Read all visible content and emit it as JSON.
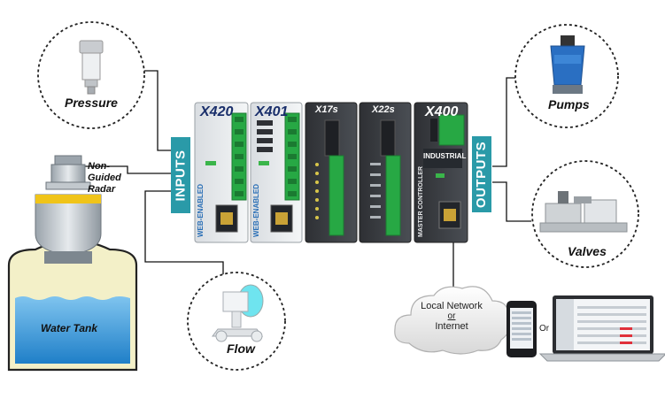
{
  "labels": {
    "pressure": "Pressure",
    "radar": [
      "Non-",
      "Guided",
      "Radar"
    ],
    "water_tank": "Water Tank",
    "flow": "Flow",
    "pumps": "Pumps",
    "valves": "Valves",
    "inputs": "INPUTS",
    "outputs": "OUTPUTS",
    "network": [
      "Local Network",
      "or",
      "Internet"
    ],
    "or": "Or"
  },
  "devices": [
    {
      "model": "X420",
      "side": "WEB-ENABLED"
    },
    {
      "model": "X401",
      "side": "WEB-ENABLED"
    },
    {
      "model": "X17s",
      "side": ""
    },
    {
      "model": "X22s",
      "side": ""
    },
    {
      "model": "X400",
      "side": "MASTER CONTROLLER",
      "tag": "INDUSTRIAL"
    }
  ],
  "colors": {
    "tab": "#2a9aa8",
    "terminal_green": "#27a844",
    "device_dark": "#3c3f44",
    "device_light": "#e8ebee",
    "tank_fill": "#f3f0c8",
    "water": "#2d8fd0",
    "pump_blue": "#2a6fc2"
  }
}
